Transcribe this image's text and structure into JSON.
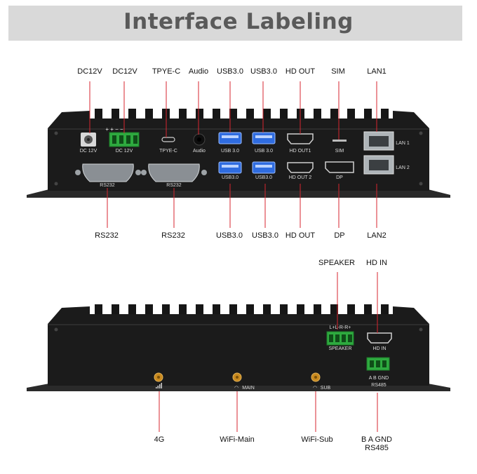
{
  "title": "Interface Labeling",
  "top_callouts": {
    "dc12v_a": "DC12V",
    "dc12v_b": "DC12V",
    "typec": "TPYE-C",
    "audio": "Audio",
    "usb1": "USB3.0",
    "usb2": "USB3.0",
    "hdout": "HD OUT",
    "sim": "SIM",
    "lan1": "LAN1"
  },
  "bottom_callouts": {
    "rs232_a": "RS232",
    "rs232_b": "RS232",
    "usb3": "USB3.0",
    "usb4": "USB3.0",
    "hdout": "HD OUT",
    "dp": "DP",
    "lan2": "LAN2"
  },
  "panel_front": {
    "dc1": "DC 12V",
    "dc2": "DC 12V",
    "dc_pins": "+ + − −",
    "typec": "TPYE-C",
    "audio": "Audio",
    "usb_a": "USB 3.0",
    "usb_b": "USB 3.0",
    "usb_c": "USB3.0",
    "usb_d": "USB3.0",
    "hd1": "HD  OUT1",
    "hd2": "HD  OUT 2",
    "sim": "SIM",
    "dp": "DP",
    "lan1": "LAN 1",
    "lan2": "LAN 2",
    "rs232_a": "RS232",
    "rs232_b": "RS232"
  },
  "rear_top_callouts": {
    "speaker": "SPEAKER",
    "hdin": "HD IN"
  },
  "panel_rear": {
    "speaker_pins": "L+L-R-R+",
    "speaker": "SPEAKER",
    "hdin": "HD IN",
    "rs485_pins": "A  B  GND",
    "rs485": "RS485",
    "main": "MAIN",
    "sub": "SUB"
  },
  "rear_bottom_callouts": {
    "g4": "4G",
    "wifi_main": "WiFi-Main",
    "wifi_sub": "WiFi-Sub",
    "rs485_pins": "B  A  GND",
    "rs485": "RS485"
  }
}
